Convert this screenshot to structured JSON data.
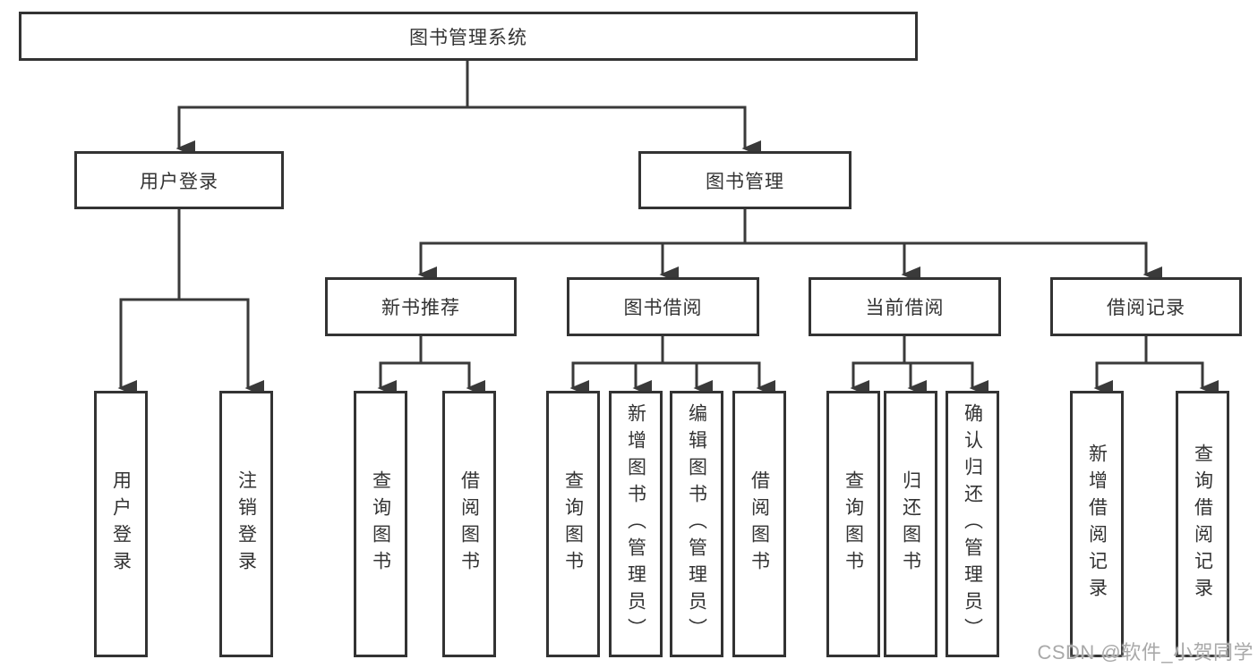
{
  "tree": {
    "label": "图书管理系统",
    "children": [
      {
        "label": "用户登录",
        "children": [
          {
            "label": "用户登录"
          },
          {
            "label": "注销登录"
          }
        ]
      },
      {
        "label": "图书管理",
        "children": [
          {
            "label": "新书推荐",
            "children": [
              {
                "label": "查询图书"
              },
              {
                "label": "借阅图书"
              }
            ]
          },
          {
            "label": "图书借阅",
            "children": [
              {
                "label": "查询图书"
              },
              {
                "label": "新增图书（管理员）"
              },
              {
                "label": "编辑图书（管理员）"
              },
              {
                "label": "借阅图书"
              }
            ]
          },
          {
            "label": "当前借阅",
            "children": [
              {
                "label": "查询图书"
              },
              {
                "label": "归还图书"
              },
              {
                "label": "确认归还（管理员）"
              }
            ]
          },
          {
            "label": "借阅记录",
            "children": [
              {
                "label": "新增借阅记录"
              },
              {
                "label": "查询借阅记录"
              }
            ]
          }
        ]
      }
    ]
  },
  "watermark": {
    "text": "CSDN @软件_小贺同学"
  },
  "colors": {
    "line": "#3a3a3a",
    "box_border": "#333333",
    "text": "#333333",
    "background": "#ffffff",
    "watermark": "#a9a9a9"
  }
}
